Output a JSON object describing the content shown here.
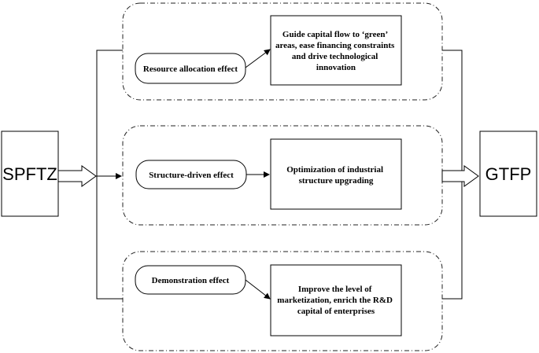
{
  "source_node": {
    "label": "SPFTZ"
  },
  "target_node": {
    "label": "GTFP"
  },
  "mechanisms": [
    {
      "effect": "Resource allocation effect",
      "outcome": [
        "Guide capital flow to ‘green’",
        "areas, ease financing constraints",
        "and drive technological",
        "innovation"
      ]
    },
    {
      "effect": "Structure-driven effect",
      "outcome": [
        "Optimization of industrial",
        "structure upgrading"
      ]
    },
    {
      "effect": "Demonstration effect",
      "outcome": [
        "Improve the level of",
        "marketization, enrich the R&D",
        "capital of enterprises"
      ]
    }
  ]
}
